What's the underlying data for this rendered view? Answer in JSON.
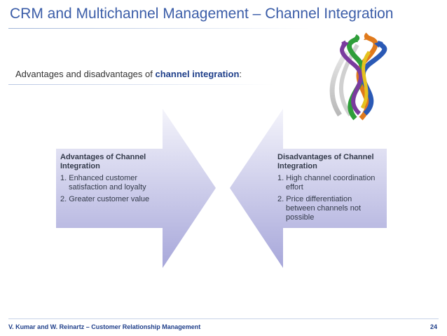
{
  "slide": {
    "title": "CRM and Multichannel Management – Channel Integration",
    "subtitle_prefix": "Advantages and disadvantages of ",
    "subtitle_highlight": "channel integration",
    "subtitle_suffix": ":"
  },
  "advantages": {
    "heading": "Advantages of Channel Integration",
    "items": [
      "1. Enhanced customer satisfaction and loyalty",
      "2. Greater customer value"
    ]
  },
  "disadvantages": {
    "heading": "Disadvantages of Channel Integration",
    "items": [
      "1. High channel coordination effort",
      "2. Price differentiation between channels not possible"
    ]
  },
  "footer": {
    "authors": "V. Kumar and W. Reinartz – Customer Relationship Management",
    "page_number": "24"
  },
  "colors": {
    "title": "#3b5da8",
    "highlight": "#1f3f8a",
    "arrow_light": "#f3f3fb",
    "arrow_dark": "#a9a9dc"
  }
}
